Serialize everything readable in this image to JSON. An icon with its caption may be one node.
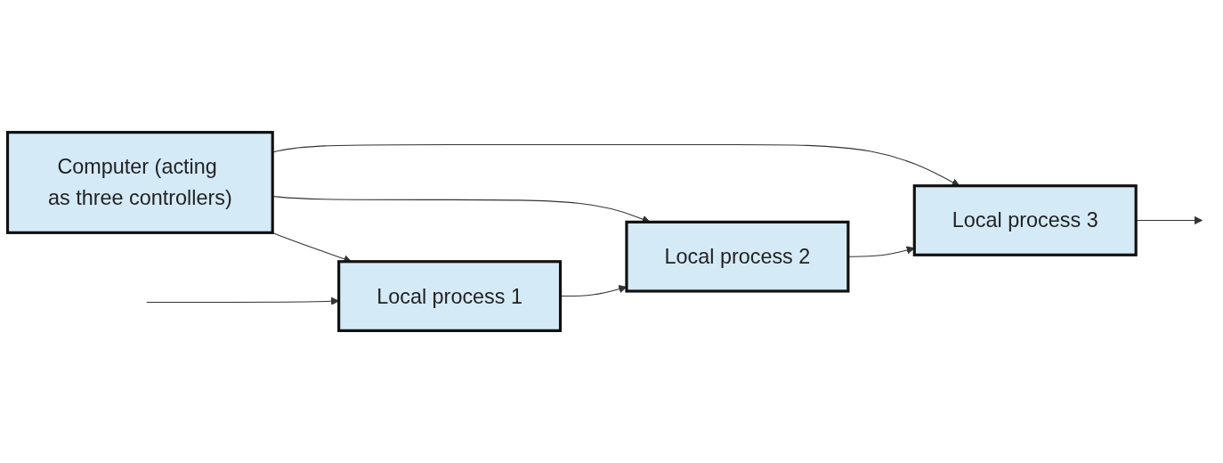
{
  "diagram": {
    "nodes": [
      {
        "text": [
          "Computer (acting as three controllers)"
        ]
      },
      {
        "text": [
          "Local process 1"
        ]
      },
      {
        "text": [
          "Local process 2"
        ]
      },
      {
        "text": [
          "Local process 3"
        ]
      }
    ],
    "edges": [
      {
        "from": 0,
        "to": 1,
        "arrow": "to"
      },
      {
        "from": 0,
        "to": 2,
        "arrow": "to"
      },
      {
        "from": 0,
        "to": 3,
        "arrow": "to"
      },
      {
        "from": null,
        "to": 1,
        "arrow": "to"
      },
      {
        "from": 1,
        "to": 2,
        "arrow": "to"
      },
      {
        "from": 2,
        "to": 3,
        "arrow": "to"
      },
      {
        "from": 3,
        "to": null,
        "arrow": "to"
      }
    ]
  }
}
